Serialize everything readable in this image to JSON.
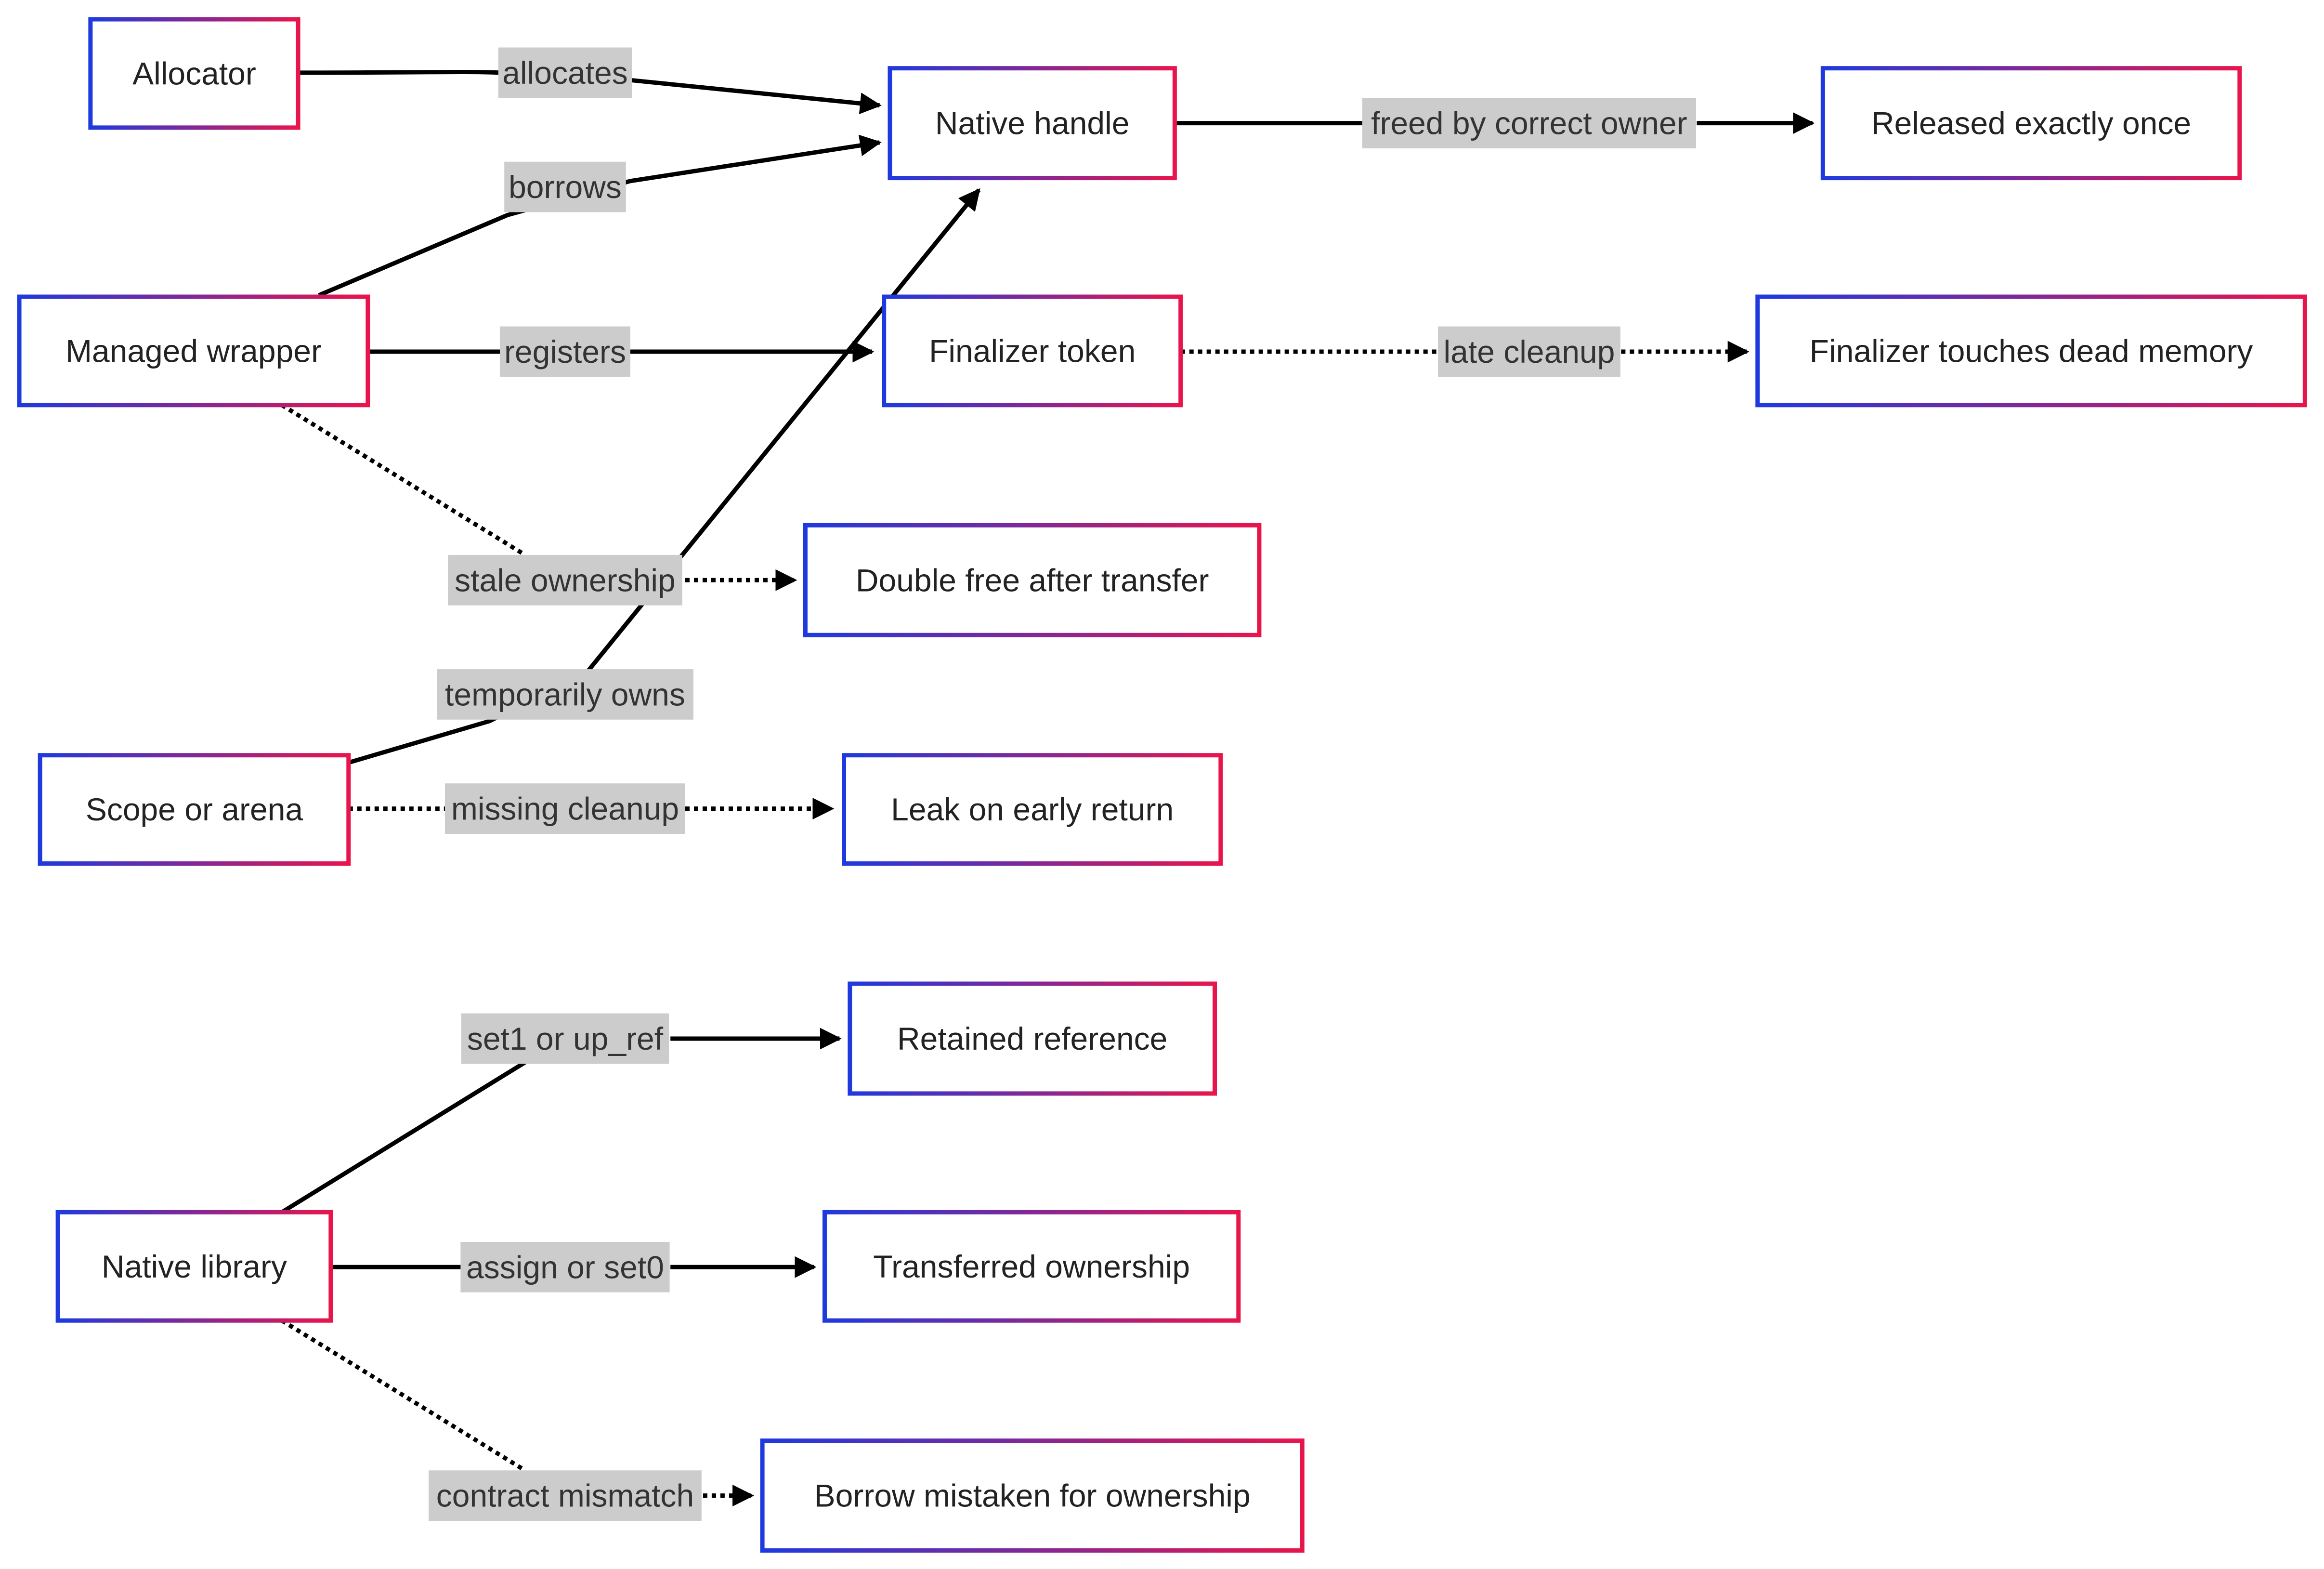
{
  "colors": {
    "gradient_start": "#1e3adf",
    "gradient_end": "#e8154c",
    "edge": "#000000",
    "label_background": "#cccccc",
    "background": "#ffffff"
  },
  "nodes": [
    {
      "id": "allocator",
      "label": "Allocator"
    },
    {
      "id": "managed_wrapper",
      "label": "Managed wrapper"
    },
    {
      "id": "scope_arena",
      "label": "Scope or arena"
    },
    {
      "id": "native_library",
      "label": "Native library"
    },
    {
      "id": "native_handle",
      "label": "Native handle"
    },
    {
      "id": "finalizer_token",
      "label": "Finalizer token"
    },
    {
      "id": "double_free",
      "label": "Double free after transfer"
    },
    {
      "id": "leak_early_return",
      "label": "Leak on early return"
    },
    {
      "id": "retained_reference",
      "label": "Retained reference"
    },
    {
      "id": "transferred_ownership",
      "label": "Transferred ownership"
    },
    {
      "id": "borrow_mistaken",
      "label": "Borrow mistaken for ownership"
    },
    {
      "id": "released_once",
      "label": "Released exactly once"
    },
    {
      "id": "finalizer_dead_memory",
      "label": "Finalizer touches dead memory"
    }
  ],
  "edges": [
    {
      "id": "e_allocates",
      "from": "allocator",
      "to": "native_handle",
      "label": "allocates",
      "style": "solid"
    },
    {
      "id": "e_borrows",
      "from": "managed_wrapper",
      "to": "native_handle",
      "label": "borrows",
      "style": "solid"
    },
    {
      "id": "e_registers",
      "from": "managed_wrapper",
      "to": "finalizer_token",
      "label": "registers",
      "style": "solid"
    },
    {
      "id": "e_stale",
      "from": "managed_wrapper",
      "to": "double_free",
      "label": "stale ownership",
      "style": "dotted"
    },
    {
      "id": "e_temp",
      "from": "scope_arena",
      "to": "native_handle",
      "label": "temporarily owns",
      "style": "solid"
    },
    {
      "id": "e_missing",
      "from": "scope_arena",
      "to": "leak_early_return",
      "label": "missing cleanup",
      "style": "dotted"
    },
    {
      "id": "e_set1",
      "from": "native_library",
      "to": "retained_reference",
      "label": "set1 or up_ref",
      "style": "solid"
    },
    {
      "id": "e_assign",
      "from": "native_library",
      "to": "transferred_ownership",
      "label": "assign or set0",
      "style": "solid"
    },
    {
      "id": "e_contract",
      "from": "native_library",
      "to": "borrow_mistaken",
      "label": "contract mismatch",
      "style": "dotted"
    },
    {
      "id": "e_freed",
      "from": "native_handle",
      "to": "released_once",
      "label": "freed by correct owner",
      "style": "solid"
    },
    {
      "id": "e_late",
      "from": "finalizer_token",
      "to": "finalizer_dead_memory",
      "label": "late cleanup",
      "style": "dotted"
    }
  ]
}
